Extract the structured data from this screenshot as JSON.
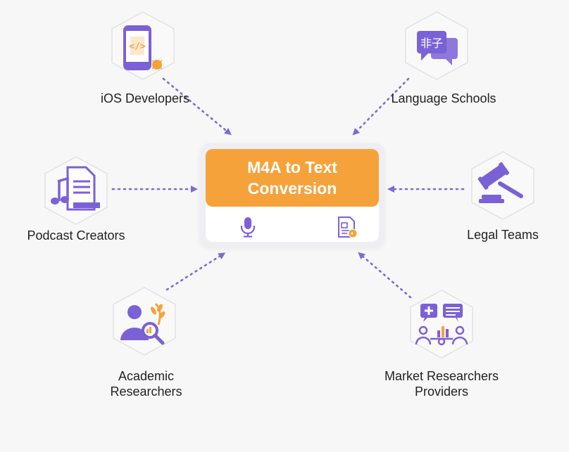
{
  "center": {
    "title": "M4A to Text Conversion",
    "bottom_icons": [
      "microphone-icon",
      "document-icon"
    ]
  },
  "nodes": [
    {
      "id": "ios",
      "label": "iOS Developers",
      "icon": "mobile-code-icon"
    },
    {
      "id": "language",
      "label": "Language Schools",
      "icon": "chat-translate-icon"
    },
    {
      "id": "podcast",
      "label": "Podcast Creators",
      "icon": "music-document-icon"
    },
    {
      "id": "legal",
      "label": "Legal Teams",
      "icon": "gavel-icon"
    },
    {
      "id": "academic",
      "label_lines": [
        "Academic",
        "Researchers"
      ],
      "icon": "researcher-magnifier-icon"
    },
    {
      "id": "market",
      "label_lines": [
        "Market Researchers",
        "Providers"
      ],
      "icon": "focus-group-icon"
    }
  ],
  "colors": {
    "accent_purple": "#7b61d6",
    "accent_orange": "#f6a23b",
    "arrow": "#7e6ad2",
    "text": "#222222"
  }
}
